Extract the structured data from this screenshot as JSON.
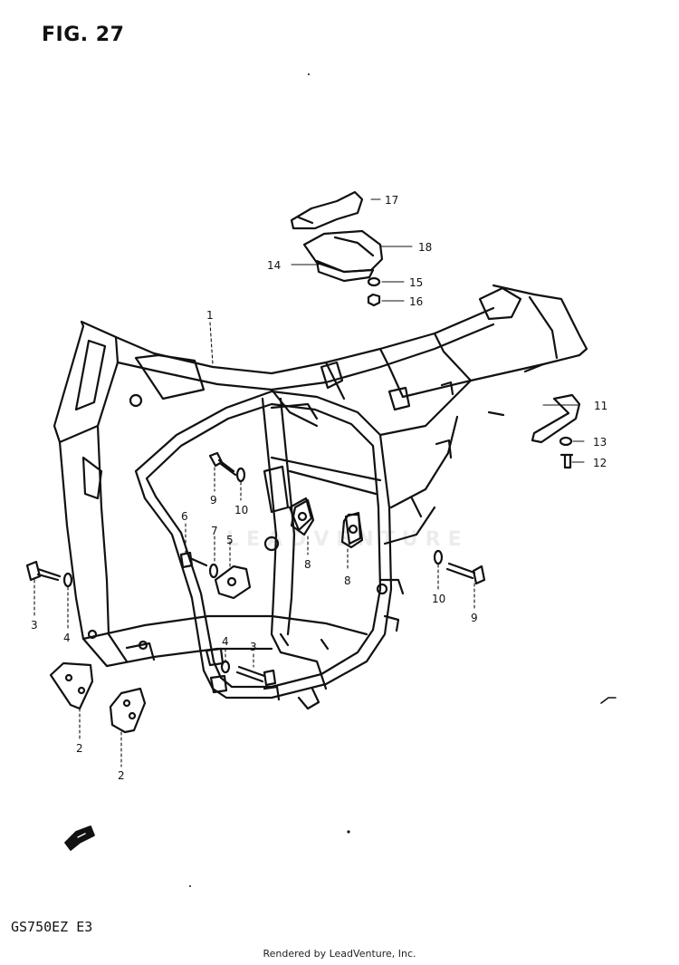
{
  "figure_title": "FIG. 27",
  "model_code": "GS750EZ  E3",
  "footer": "Rendered by LeadVenture, Inc.",
  "watermark": "LEADVENTURE",
  "callouts": [
    {
      "id": "c1",
      "label": "1"
    },
    {
      "id": "c2a",
      "label": "2"
    },
    {
      "id": "c2b",
      "label": "2"
    },
    {
      "id": "c3a",
      "label": "3"
    },
    {
      "id": "c3b",
      "label": "3"
    },
    {
      "id": "c4a",
      "label": "4"
    },
    {
      "id": "c4b",
      "label": "4"
    },
    {
      "id": "c5",
      "label": "5"
    },
    {
      "id": "c6",
      "label": "6"
    },
    {
      "id": "c7",
      "label": "7"
    },
    {
      "id": "c8a",
      "label": "8"
    },
    {
      "id": "c8b",
      "label": "8"
    },
    {
      "id": "c9a",
      "label": "9"
    },
    {
      "id": "c9b",
      "label": "9"
    },
    {
      "id": "c10a",
      "label": "10"
    },
    {
      "id": "c10b",
      "label": "10"
    },
    {
      "id": "c11",
      "label": "11"
    },
    {
      "id": "c12",
      "label": "12"
    },
    {
      "id": "c13",
      "label": "13"
    },
    {
      "id": "c14",
      "label": "14"
    },
    {
      "id": "c15",
      "label": "15"
    },
    {
      "id": "c16",
      "label": "16"
    },
    {
      "id": "c17",
      "label": "17"
    },
    {
      "id": "c18",
      "label": "18"
    }
  ],
  "icons": {
    "front_arrow": "front-direction-arrow-icon"
  }
}
